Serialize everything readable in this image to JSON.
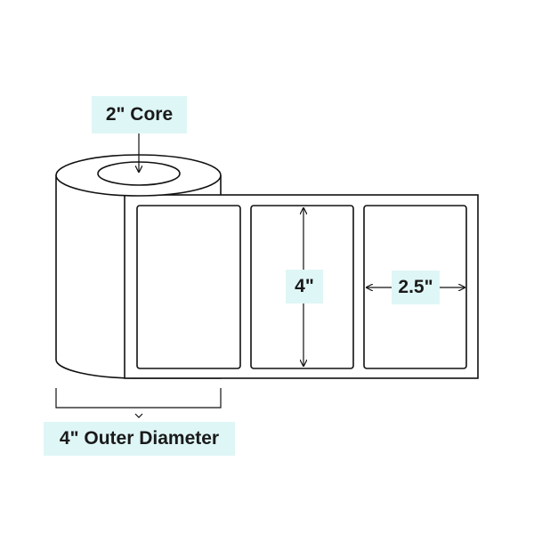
{
  "labels": {
    "core": "2\" Core",
    "label_height": "4\"",
    "label_width": "2.5\"",
    "outer_diameter": "4\" Outer Diameter"
  },
  "colors": {
    "outline": "#111111",
    "callout_background": "#dff6f6",
    "text": "#1a1a1a",
    "background": "#ffffff"
  },
  "labels_on_liner_count": 3
}
